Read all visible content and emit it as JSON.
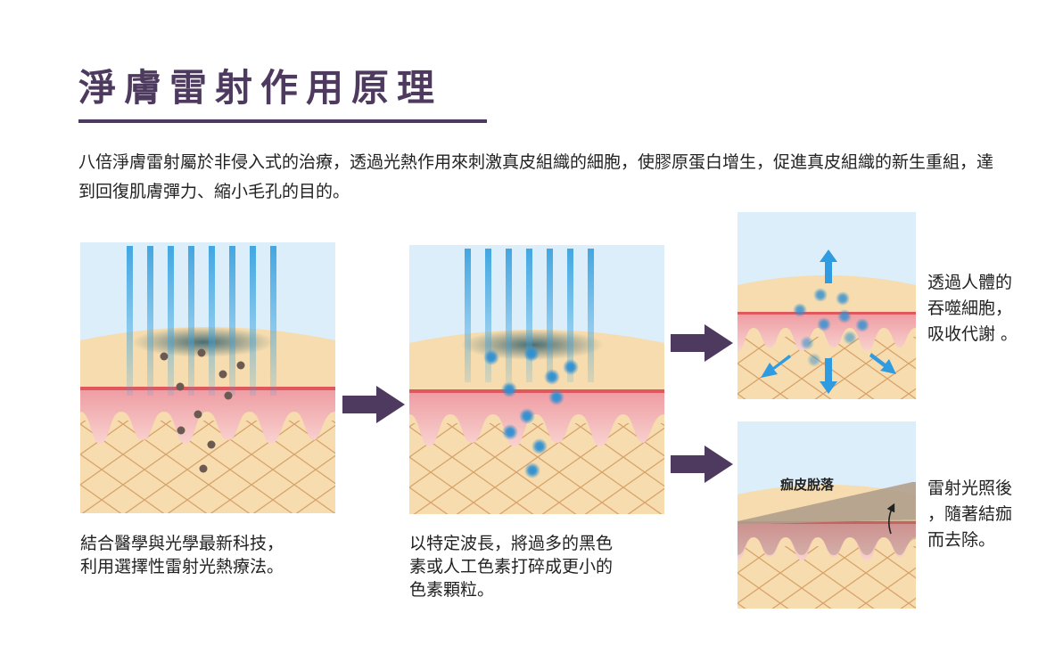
{
  "title": "淨膚雷射作用原理",
  "intro": "八倍淨膚雷射屬於非侵入式的治療，透過光熱作用來刺激真皮組織的細胞，使膠原蛋白增生，促進真皮組織的新生重組，達到回復肌膚彈力、縮小毛孔的目的。",
  "steps": [
    {
      "caption": "結合醫學與光學最新科技，\n利用選擇性雷射光熱療法。"
    },
    {
      "caption": "以特定波長，將過多的黑色\n素或人工色素打碎成更小的\n色素顆粒。"
    }
  ],
  "outcomes": [
    {
      "note": "透過人體的\n吞噬細胞，\n吸收代謝 。"
    },
    {
      "note": "雷射光照後\n，隨著結痂\n而去除。",
      "panel_label": "痂皮脫落"
    }
  ],
  "colors": {
    "title": "#4e3a5e",
    "arrow": "#4e3a5e",
    "sky": "#dbeefa",
    "epidermis": "#f6dcae",
    "dermis": "#f1a9ad",
    "laser": "#3aa3e0",
    "pigment": "#6b5a52",
    "particle": "#2f8fd1",
    "scab": "#b19e8c"
  },
  "icons": [
    "laser-beam-icon",
    "right-arrow-icon",
    "outward-arrow-icon",
    "up-arrow-icon"
  ]
}
